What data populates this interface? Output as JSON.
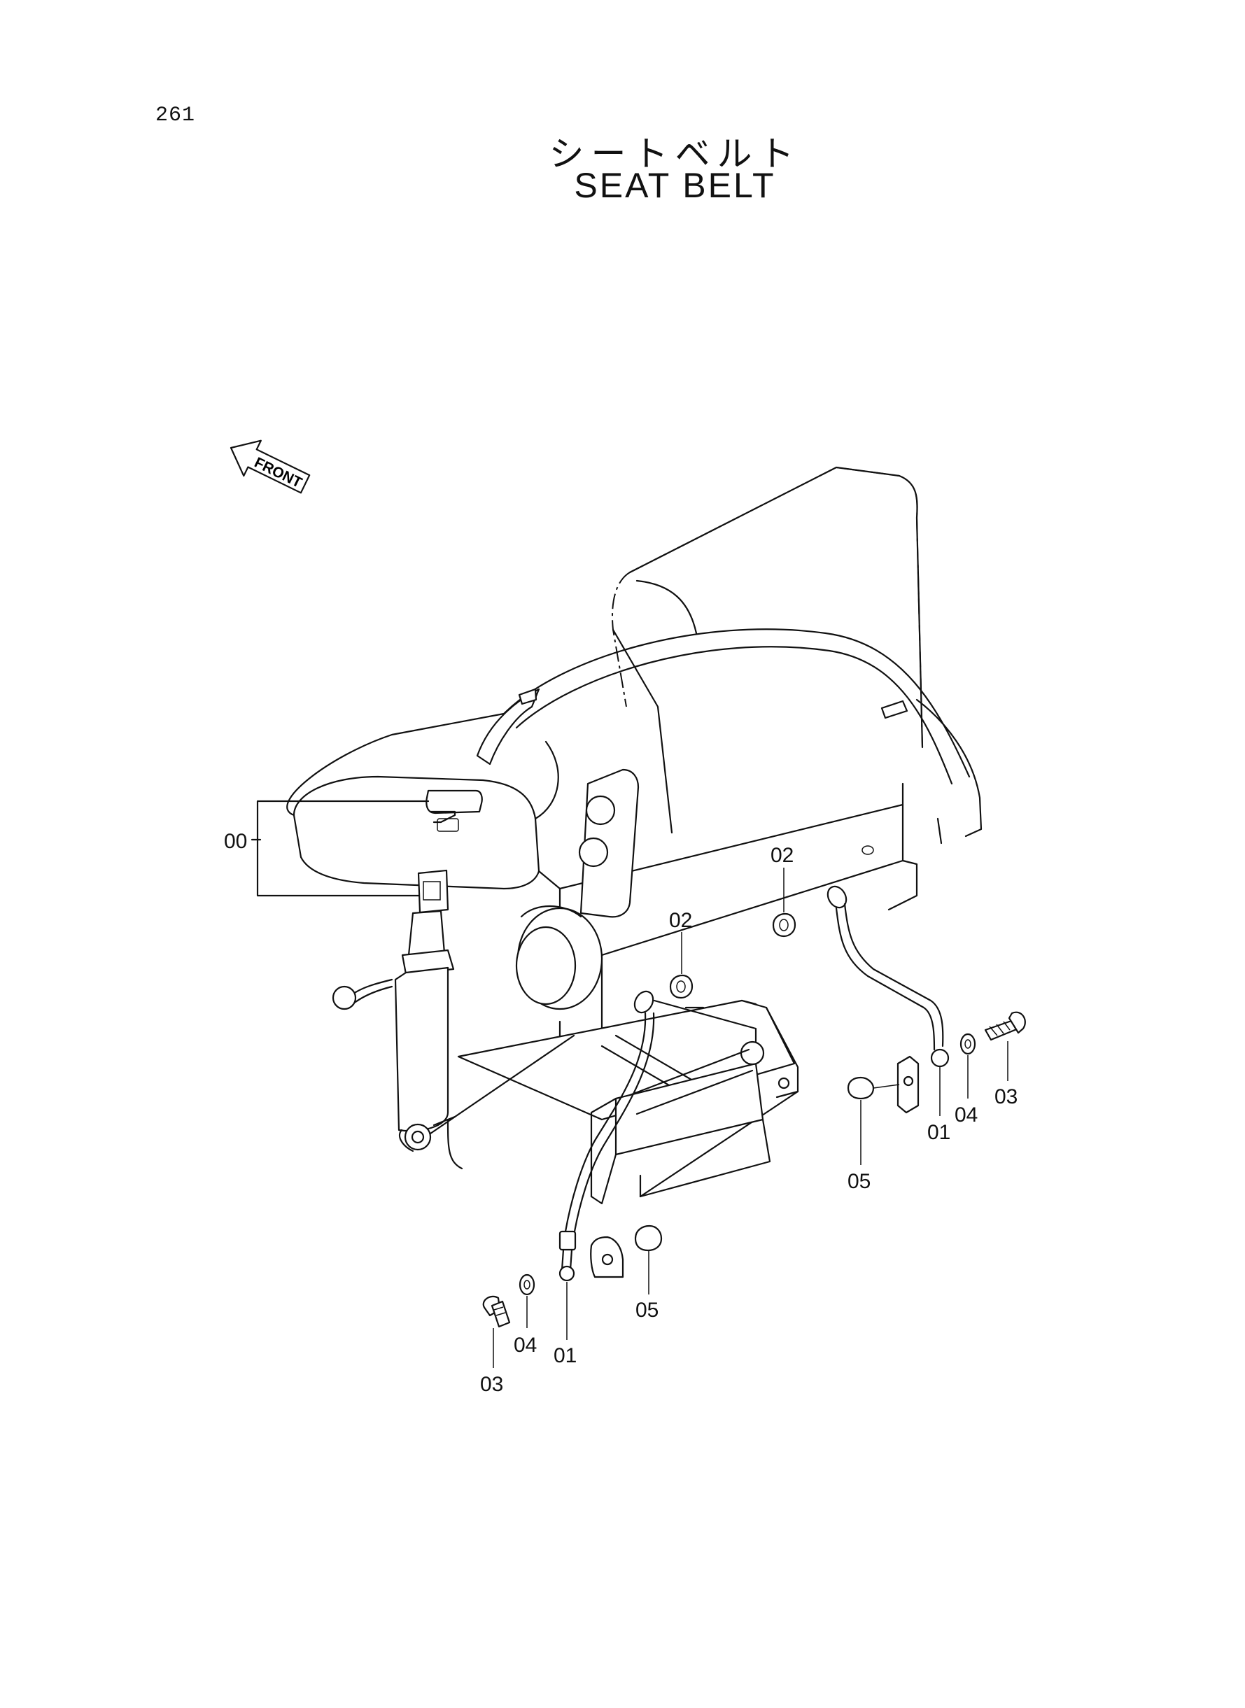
{
  "page_number": "261",
  "title_ja": "シートベルト",
  "title_en": "SEAT BELT",
  "direction_marker": {
    "label": "FRONT",
    "icon": "front-arrow-icon"
  },
  "callouts": [
    {
      "id": "c00",
      "label": "00"
    },
    {
      "id": "c02a",
      "label": "02"
    },
    {
      "id": "c02b",
      "label": "02"
    },
    {
      "id": "c01a",
      "label": "01"
    },
    {
      "id": "c04a",
      "label": "04"
    },
    {
      "id": "c03a",
      "label": "03"
    },
    {
      "id": "c05a",
      "label": "05"
    },
    {
      "id": "c03b",
      "label": "03"
    },
    {
      "id": "c04b",
      "label": "04"
    },
    {
      "id": "c01b",
      "label": "01"
    },
    {
      "id": "c05b",
      "label": "05"
    }
  ]
}
